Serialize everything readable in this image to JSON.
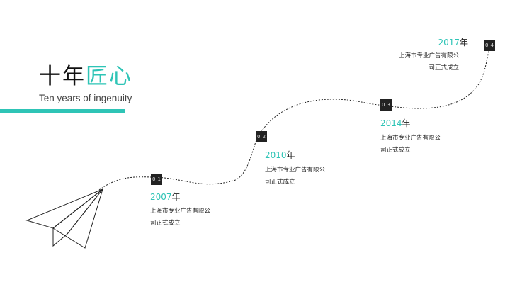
{
  "title": {
    "part1": "十年",
    "part2": "匠心"
  },
  "subtitle": "Ten years of ingenuity",
  "accent_color": "#2ec4b6",
  "milestones": [
    {
      "num": "01",
      "year": "2007",
      "unit": "年",
      "line1": "上海市专业广告有限公",
      "line2": "司正式成立"
    },
    {
      "num": "02",
      "year": "2010",
      "unit": "年",
      "line1": "上海市专业广告有限公",
      "line2": "司正式成立"
    },
    {
      "num": "03",
      "year": "2014",
      "unit": "年",
      "line1": "上海市专业广告有限公",
      "line2": "司正式成立"
    },
    {
      "num": "04",
      "year": "2017",
      "unit": "年",
      "line1": "上海市专业广告有限公",
      "line2": "司正式成立"
    }
  ]
}
